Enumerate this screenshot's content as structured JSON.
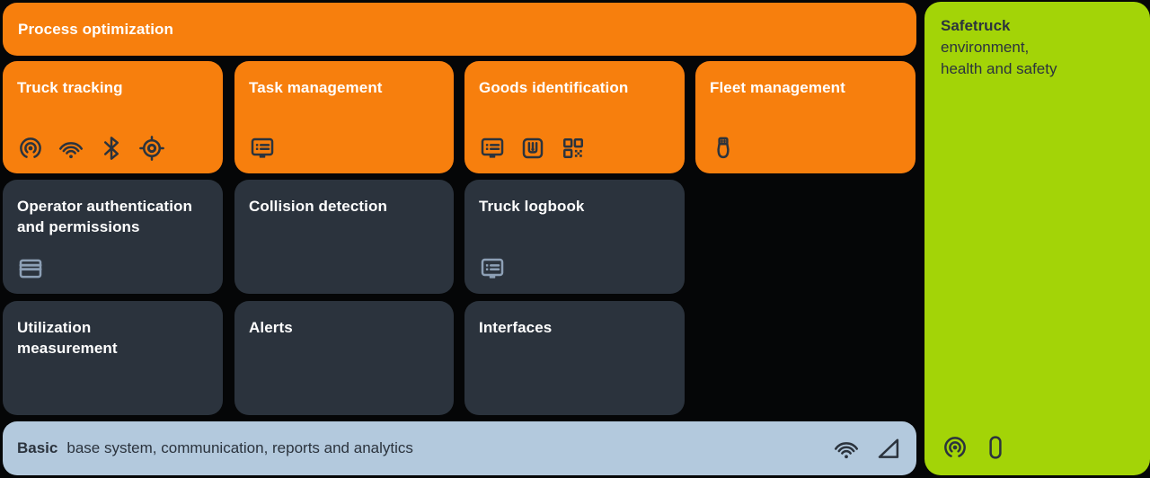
{
  "colors": {
    "background": "#050607",
    "orange": "#F77F0D",
    "dark": "#2B333D",
    "green": "#A3D407",
    "blue": "#B3C9DD",
    "ink": "#2B333D",
    "light_icon": "#8DA0B6",
    "tile_text": "#FFFFFF"
  },
  "banner": {
    "label": "Process optimization"
  },
  "orange_tiles": [
    {
      "label": "Truck tracking",
      "icons": [
        "broadcast-icon",
        "wifi-icon",
        "bluetooth-icon",
        "gps-target-icon"
      ]
    },
    {
      "label": "Task management",
      "icons": [
        "terminal-list-icon"
      ]
    },
    {
      "label": "Goods identification",
      "icons": [
        "terminal-list-icon",
        "rfid-tag-icon",
        "qr-code-icon"
      ]
    },
    {
      "label": "Fleet management",
      "icons": [
        "usb-plug-icon"
      ]
    }
  ],
  "dark_tiles": [
    {
      "label": "Operator authentication and permissions",
      "icons": [
        "id-card-icon"
      ]
    },
    {
      "label": "Collision detection",
      "icons": []
    },
    {
      "label": "Truck logbook",
      "icons": [
        "terminal-list-icon"
      ]
    },
    {
      "label": "Utilization measurement",
      "icons": []
    },
    {
      "label": "Alerts",
      "icons": []
    },
    {
      "label": "Interfaces",
      "icons": []
    }
  ],
  "basic_bar": {
    "title": "Basic",
    "subtitle": "base system, communication, reports and analytics",
    "icons": [
      "wifi-icon",
      "cellular-signal-icon"
    ]
  },
  "side_panel": {
    "title": "Safetruck",
    "subtitle": "environment,\nhealth and safety",
    "icons": [
      "broadcast-icon",
      "smartphone-icon"
    ]
  }
}
